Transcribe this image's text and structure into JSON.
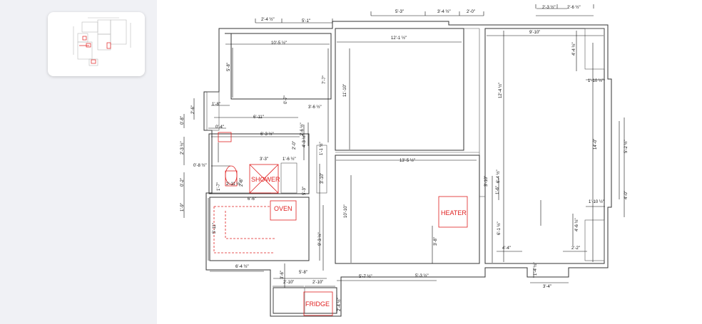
{
  "thumbnail": {
    "icon": "floor-plan-thumbnail"
  },
  "colors": {
    "wall": "#333333",
    "fixture": "#e02020",
    "sidebar": "#f0f1f5"
  },
  "rooms": {
    "shower": "SHOWER",
    "oven": "OVEN",
    "heater": "HEATER",
    "fridge": "FRIDGE"
  },
  "dims": {
    "d01": "2'-4 ½\"",
    "d02": "5'-1\"",
    "d03": "5'-3\"",
    "d04": "3'-4 ½\"",
    "d05": "2'-0\"",
    "d06": "2'-3 ½\"",
    "d07": "2'-6 ½\"",
    "d08": "10'-5 ½\"",
    "d09": "12'-1 ½\"",
    "d10": "9'-10\"",
    "d11": "5'-8\"",
    "d12": "7'-7\"",
    "d13": "11'-10\"",
    "d14": "12'-4 ½\"",
    "d15": "4'-4 ½\"",
    "d16": "1'-10 ½\"",
    "d17": "2'-6\"",
    "d18": "1'-8\"",
    "d19": "0'-7\"",
    "d20": "3'-6 ½\"",
    "d21": "6'-11\"",
    "d22": "0'-8\"",
    "d23": "0'-4\"",
    "d24": "6'-3 ½\"",
    "d25": "2'-6 ½\"",
    "d26": "2'-3 ½\"",
    "d27": "4'-3 ½\"",
    "d28": "2'-0\"",
    "d29": "1'-1 ½\"",
    "d30": "1'-6 ½\"",
    "d31": "0'-8 ½\"",
    "d32": "3'-3\"",
    "d33": "13'-5 ½\"",
    "d34": "14'-0\"",
    "d35": "5'-2 ½\"",
    "d36": "0'-2\"",
    "d37": "1'-7\"",
    "d38": "2'-11 ½\"",
    "d39": "2'-8\"",
    "d40": "3'-10\"",
    "d41": "3'-10\"",
    "d42": "6'-4 ½\"",
    "d43": "1'-10 ½\"",
    "d44": "4'-0\"",
    "d45": "1'-9\"",
    "d46": "6'-6\"",
    "d47": "5'-3\"",
    "d48": "10'-10\"",
    "d49": "6'-1 ½\"",
    "d50": "4'-6 ½\"",
    "d51": "5'-11\"",
    "d52": "9'-3 ½\"",
    "d53": "3'-8\"",
    "d54": "4'-4\"",
    "d55": "2'-2\"",
    "d56": "6'-4 ½\"",
    "d57": "3'-6\"",
    "d58": "5'-8\"",
    "d59": "5'-7 ½\"",
    "d60": "5'-3 ½\"",
    "d61": "1'-4 ½\"",
    "d62": "2'-10\"",
    "d63": "2'-10\"",
    "d64": "3'-4\"",
    "d65": "2'-4 ½\"",
    "d66": "1'-6\""
  }
}
